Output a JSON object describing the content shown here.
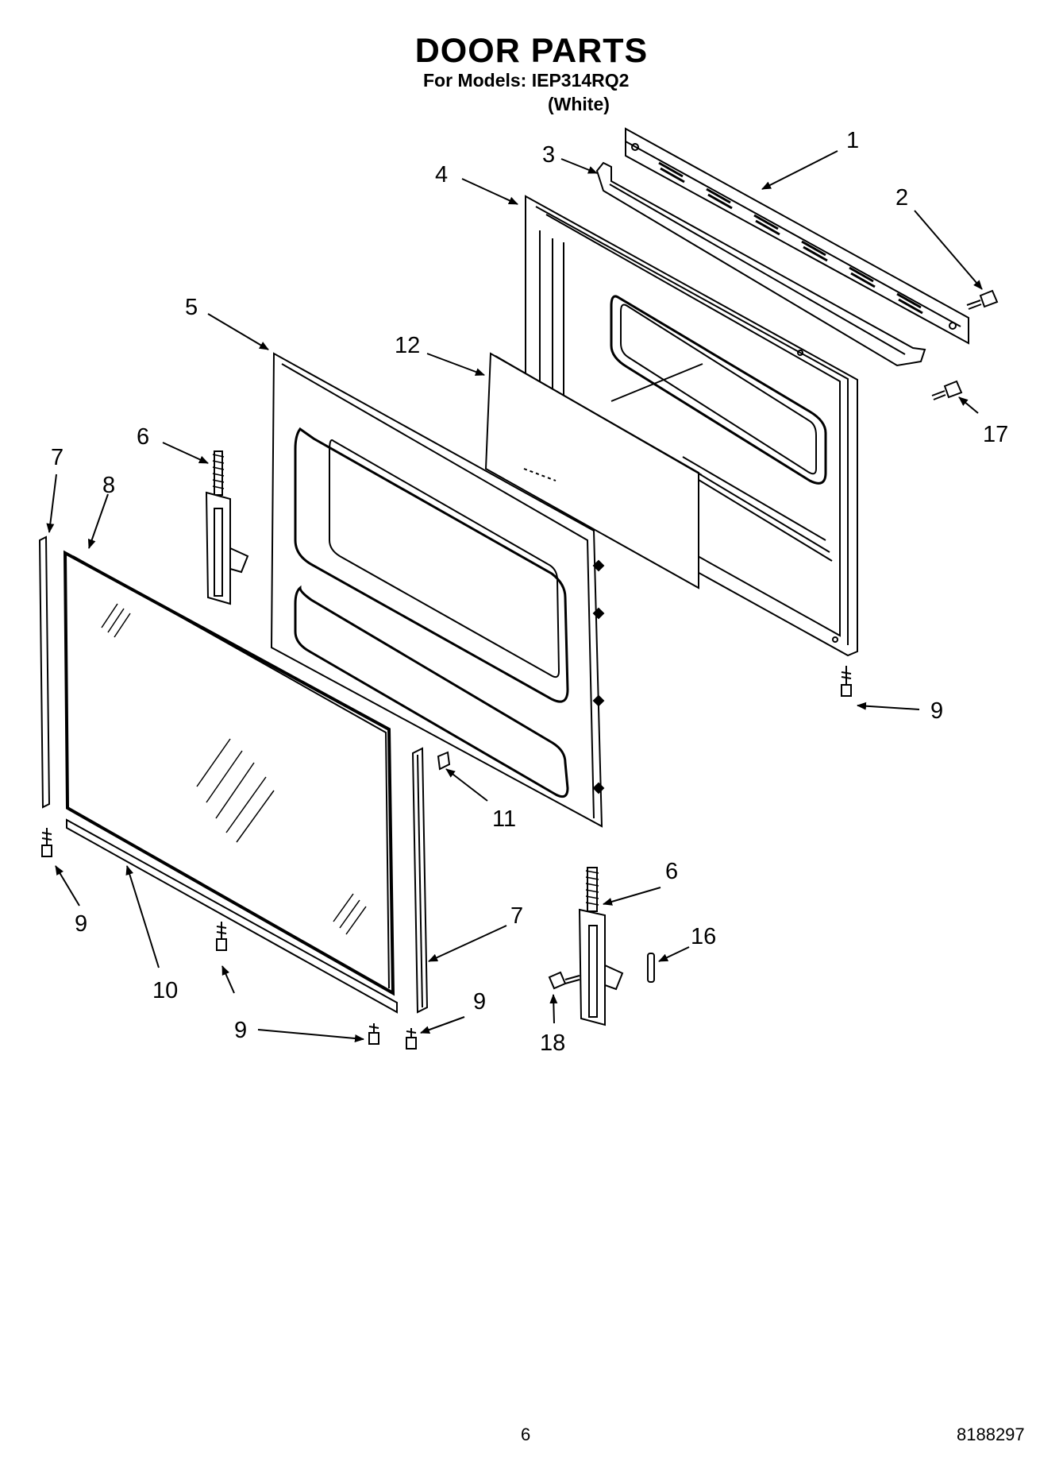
{
  "header": {
    "title": "DOOR PARTS",
    "models_line": "For Models: IEP314RQ2",
    "variant": "(White)"
  },
  "footer": {
    "page_number": "6",
    "document_number": "8188297"
  },
  "callouts": [
    "1",
    "2",
    "3",
    "4",
    "5",
    "6",
    "7",
    "8",
    "9",
    "10",
    "11",
    "12",
    "16",
    "17",
    "18"
  ]
}
